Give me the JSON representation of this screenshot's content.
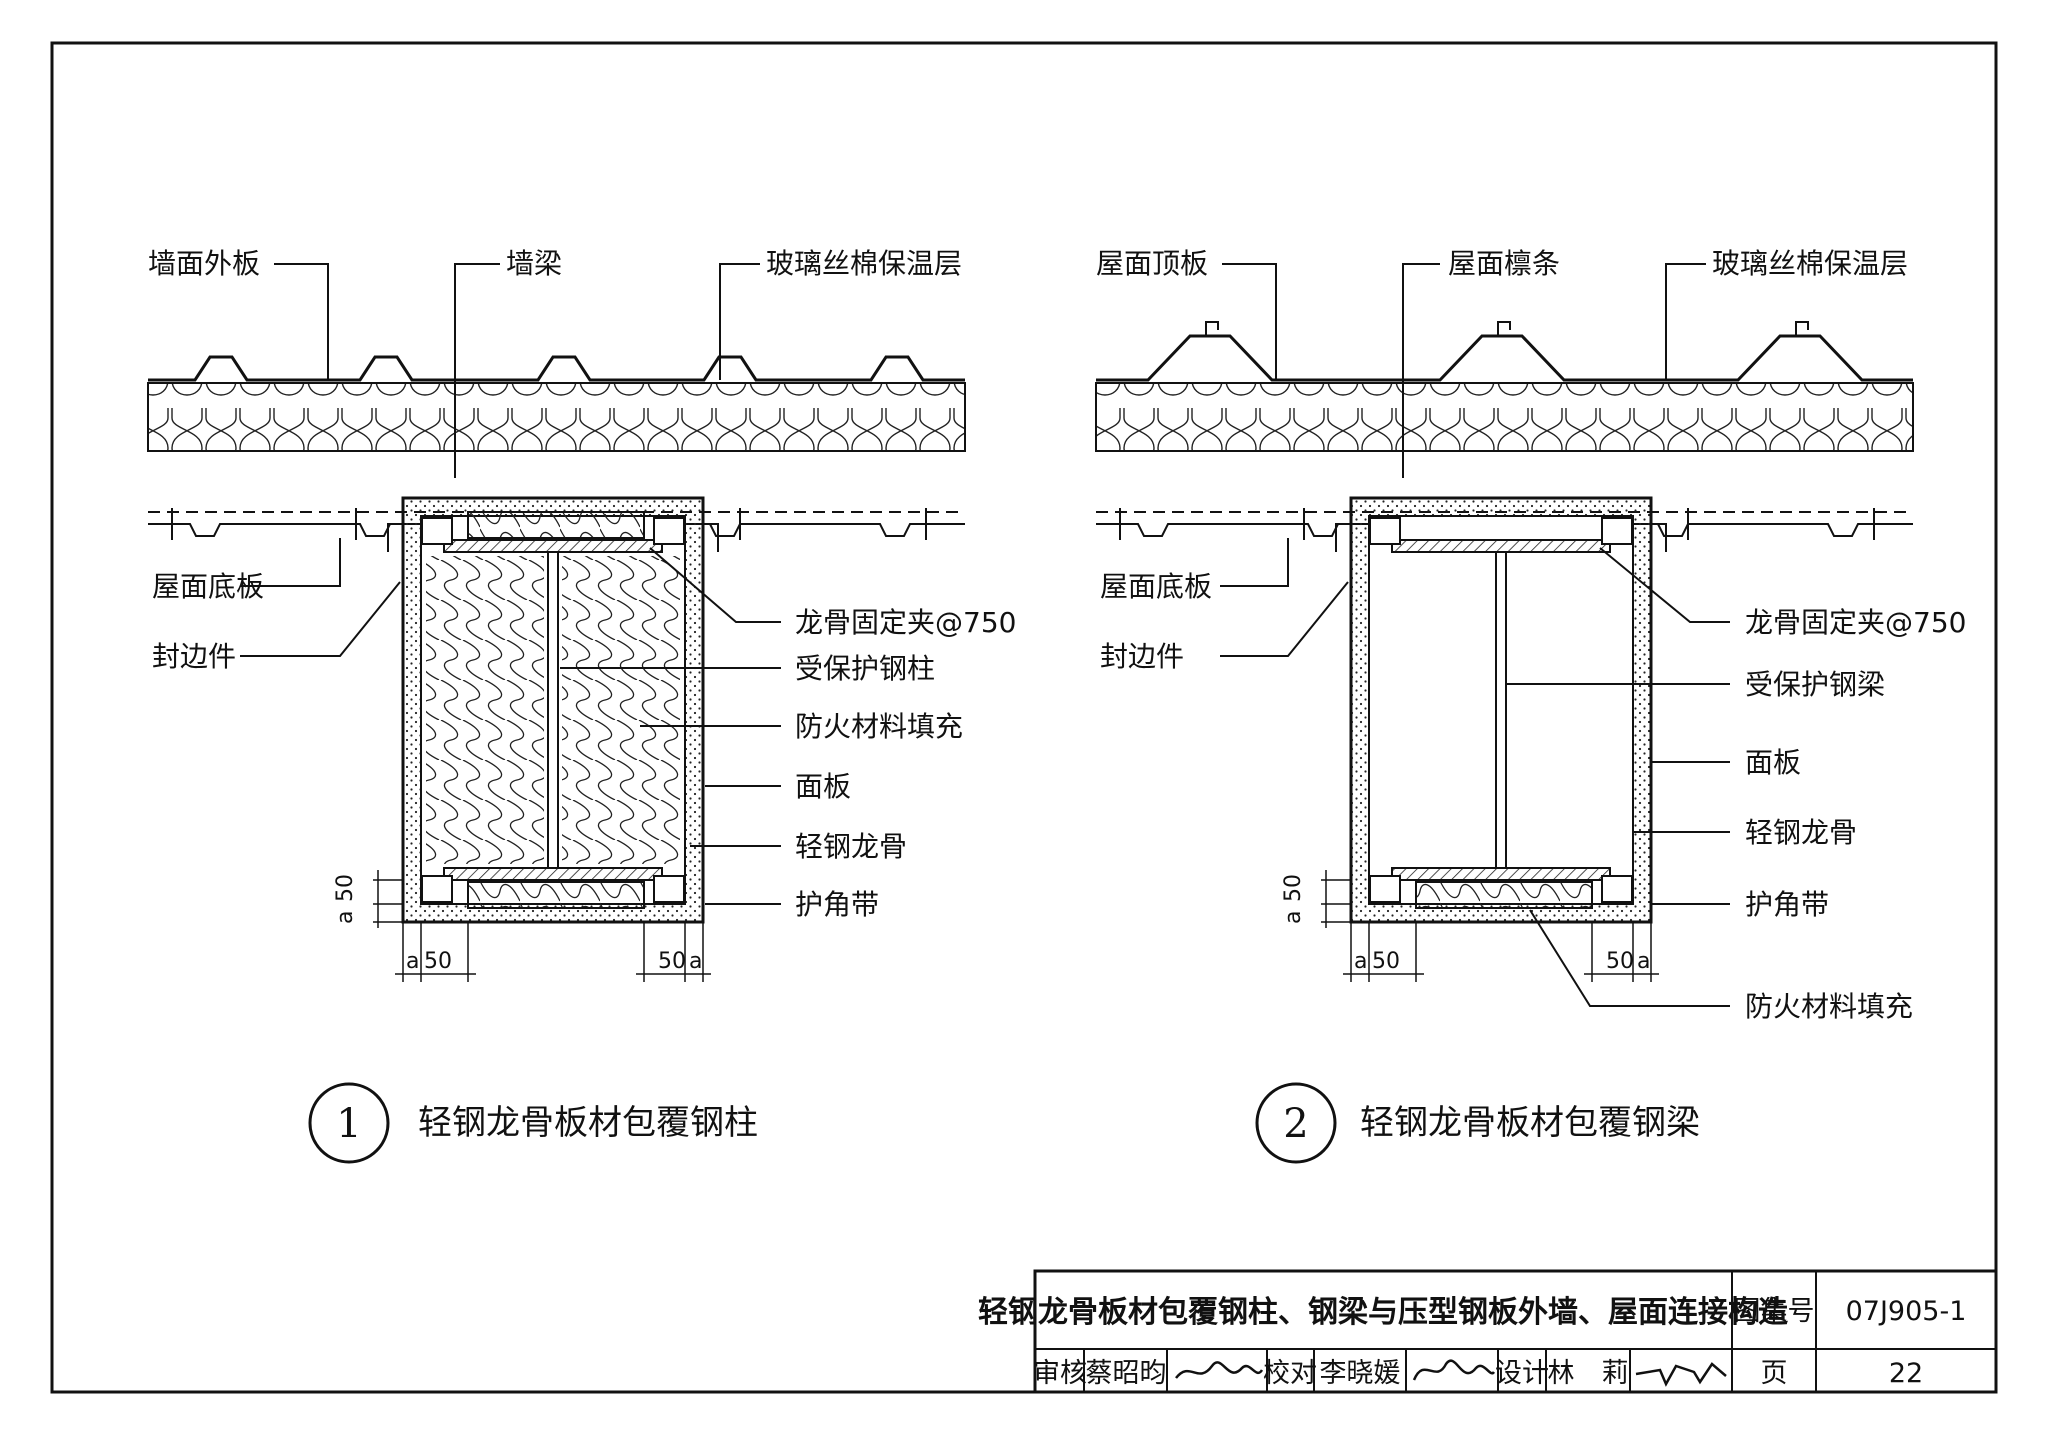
{
  "detail1": {
    "number": "1",
    "title": "轻钢龙骨板材包覆钢柱",
    "labels": {
      "wall_outer_panel": "墙面外板",
      "wall_beam": "墙梁",
      "insulation": "玻璃丝棉保温层",
      "bottom_panel": "屋面底板",
      "edge_piece": "封边件",
      "keel_clip": "龙骨固定夹@750",
      "protected_member": "受保护钢柱",
      "fire_fill": "防火材料填充",
      "face_panel": "面板",
      "light_keel": "轻钢龙骨",
      "corner_strip": "护角带"
    },
    "dims": {
      "a": "a",
      "fifty": "50"
    }
  },
  "detail2": {
    "number": "2",
    "title": "轻钢龙骨板材包覆钢梁",
    "labels": {
      "roof_top_panel": "屋面顶板",
      "roof_purlin": "屋面檩条",
      "insulation": "玻璃丝棉保温层",
      "bottom_panel": "屋面底板",
      "edge_piece": "封边件",
      "keel_clip": "龙骨固定夹@750",
      "protected_member": "受保护钢梁",
      "face_panel": "面板",
      "light_keel": "轻钢龙骨",
      "corner_strip": "护角带",
      "fire_fill": "防火材料填充"
    },
    "dims": {
      "a": "a",
      "fifty": "50"
    }
  },
  "title_block": {
    "title": "轻钢龙骨板材包覆钢柱、钢梁与压型钢板外墙、屋面连接构造",
    "atlas_label": "图集号",
    "atlas_no": "07J905-1",
    "review_label": "审核",
    "reviewer": "蔡昭昀",
    "check_label": "校对",
    "checker": "李晓媛",
    "design_label": "设计",
    "designer": "林　莉",
    "page_label": "页",
    "page_no": "22"
  }
}
